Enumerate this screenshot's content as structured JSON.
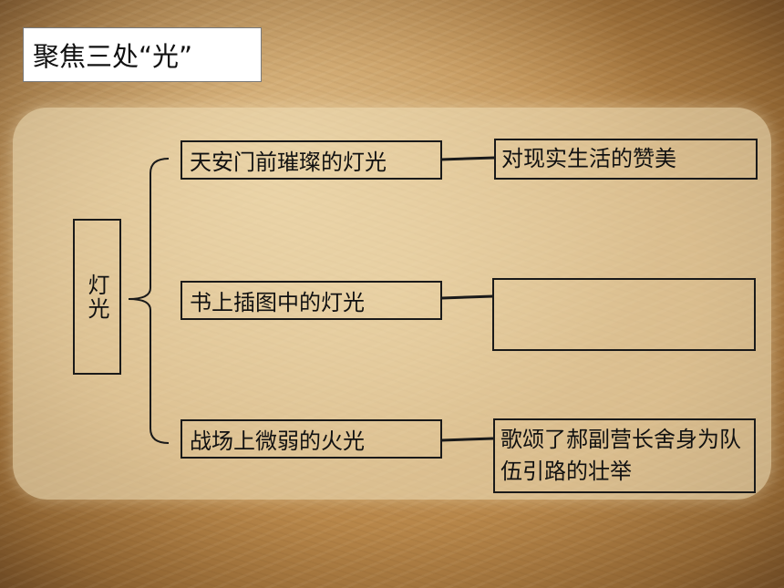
{
  "title": "聚焦三处“光”",
  "root": "灯光",
  "items": [
    {
      "label": "天安门前璀璨的灯光",
      "result": "对现实生活的赞美"
    },
    {
      "label": "书上插图中的灯光",
      "result": ""
    },
    {
      "label": "战场上微弱的火光",
      "result": "歌颂了郝副营长舍身为队伍引路的壮举"
    }
  ]
}
